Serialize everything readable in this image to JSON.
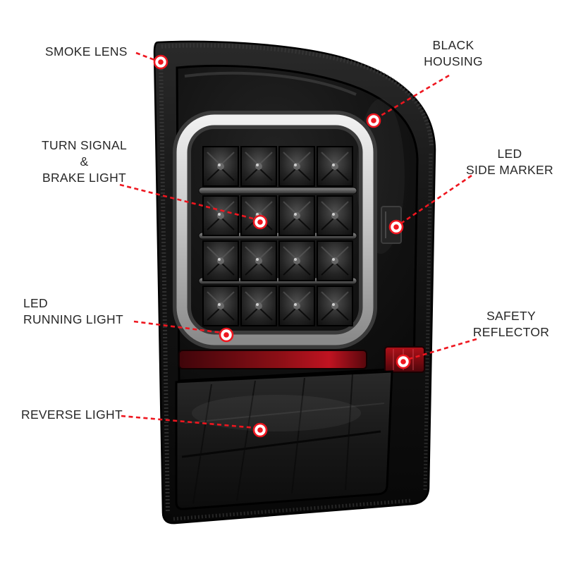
{
  "diagram": {
    "subject": "led-tail-light",
    "accent_color": "#ee161f",
    "label_color": "#272727",
    "background_color": "#ffffff"
  },
  "callouts": [
    {
      "id": "smoke-lens",
      "label": "SMOKE LENS"
    },
    {
      "id": "black-housing",
      "label": "BLACK\nHOUSING"
    },
    {
      "id": "turn-signal-brake-light",
      "label": "TURN SIGNAL\n&\nBRAKE LIGHT"
    },
    {
      "id": "led-side-marker",
      "label": "LED\nSIDE MARKER"
    },
    {
      "id": "led-running-light",
      "label": "LED\nRUNNING LIGHT"
    },
    {
      "id": "safety-reflector",
      "label": "SAFETY\nREFLECTOR"
    },
    {
      "id": "reverse-light",
      "label": "REVERSE LIGHT"
    }
  ]
}
